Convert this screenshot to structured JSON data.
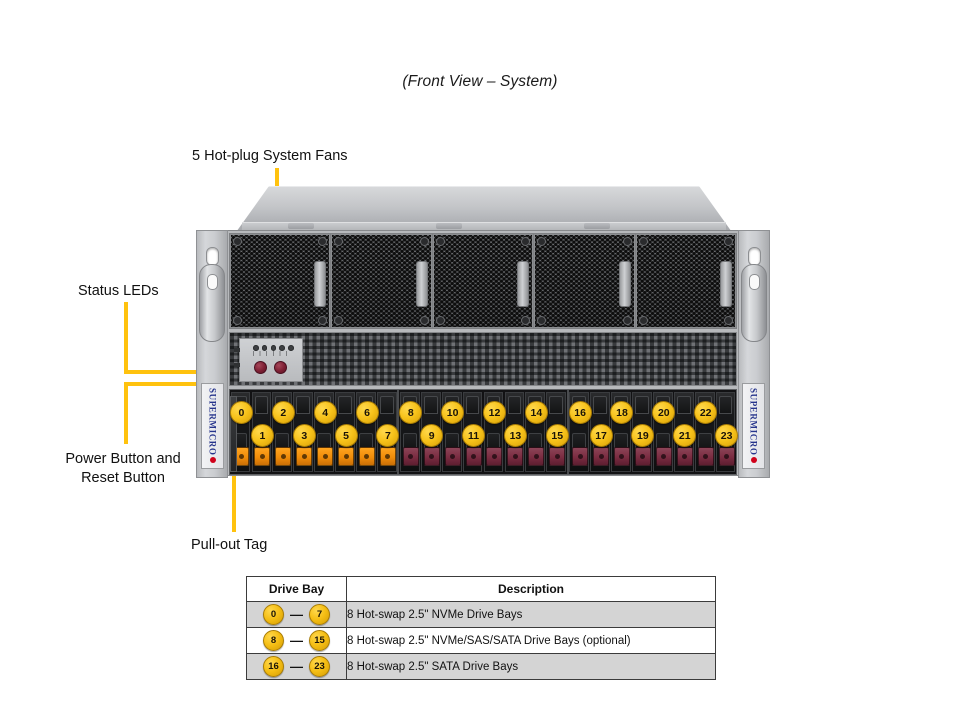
{
  "caption": "(Front View – System)",
  "callouts": {
    "fans": "5 Hot-plug System Fans",
    "status_leds": "Status LEDs",
    "power_reset": "Power Button and Reset Button",
    "pull_out_tag": "Pull-out Tag"
  },
  "chassis": {
    "brand": "SUPERMICRO",
    "fan_module_count": 5,
    "drive_bay_numbers": [
      0,
      1,
      2,
      3,
      4,
      5,
      6,
      7,
      8,
      9,
      10,
      11,
      12,
      13,
      14,
      15,
      16,
      17,
      18,
      19,
      20,
      21,
      22,
      23
    ],
    "status_led_count": 5,
    "buttons": [
      "power",
      "reset"
    ]
  },
  "table": {
    "headers": [
      "Drive Bay",
      "Description"
    ],
    "rows": [
      {
        "from": "0",
        "dash": "—",
        "to": "7",
        "description": "8 Hot-swap 2.5\" NVMe Drive Bays"
      },
      {
        "from": "8",
        "dash": "—",
        "to": "15",
        "description": "8 Hot-swap 2.5\" NVMe/SAS/SATA Drive Bays (optional)"
      },
      {
        "from": "16",
        "dash": "—",
        "to": "23",
        "description": "8 Hot-swap 2.5\" SATA Drive Bays"
      }
    ]
  },
  "colors": {
    "callout_line": "#FFC20E",
    "badge_yellow": "#F7C21A",
    "nvme_latch": "#F08C0A",
    "sata_latch": "#7A2C41",
    "brand_blue": "#26348C",
    "brand_dot_red": "#D0021B"
  }
}
